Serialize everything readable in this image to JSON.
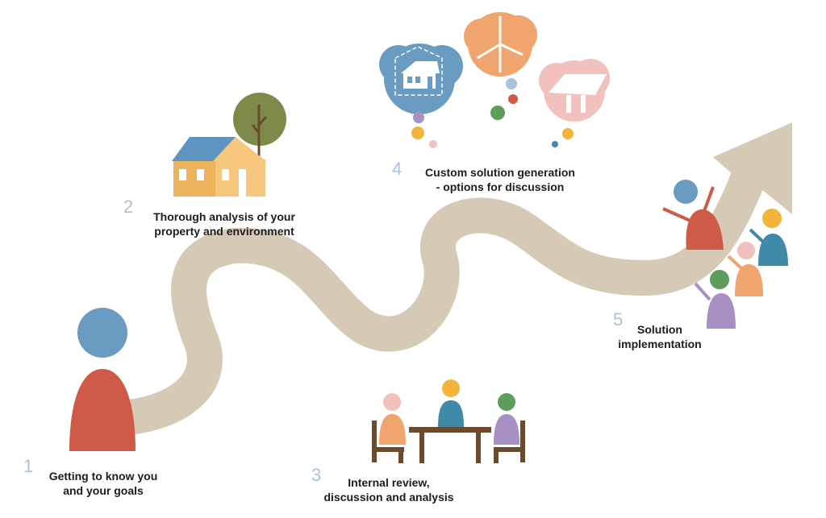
{
  "steps": [
    {
      "number": "1",
      "line1": "Getting to know you",
      "line2": "and your goals"
    },
    {
      "number": "2",
      "line1": "Thorough analysis of your",
      "line2": "property and environment"
    },
    {
      "number": "3",
      "line1": "Internal review,",
      "line2": "discussion and analysis"
    },
    {
      "number": "4",
      "line1": "Custom solution generation",
      "line2": "- options for discussion"
    },
    {
      "number": "5",
      "line1": "Solution",
      "line2": "implementation"
    }
  ],
  "colors": {
    "path": "#d6c9b6",
    "blue": "#6a9bc0",
    "red": "#cf5a47",
    "orange": "#f0a56e",
    "yellow": "#f4b43c",
    "teal": "#3e8aa8",
    "green": "#5e9d5c",
    "purple": "#a890c4",
    "pink": "#f2c0bd",
    "brown": "#6b4a2d",
    "tree": "#7e8a4a",
    "house": "#ecb25c",
    "house_light": "#f6c77c",
    "roof": "#5f93c0"
  },
  "icons": [
    "person-icon",
    "house-icon",
    "tree-icon",
    "table-meeting-icon",
    "house-bubble-icon",
    "wind-turbine-bubble-icon",
    "solar-panel-bubble-icon",
    "celebrating-people-icon",
    "arrow-head-icon"
  ]
}
